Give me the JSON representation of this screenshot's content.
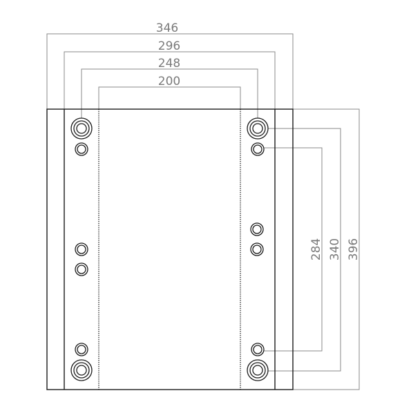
{
  "drawing": {
    "line_color": "#1a1a1a",
    "dimension_color": "#8a8a8a",
    "horizontal_dimensions": [
      "346",
      "296",
      "248",
      "200"
    ],
    "vertical_dimensions": [
      "284",
      "340",
      "396"
    ]
  }
}
